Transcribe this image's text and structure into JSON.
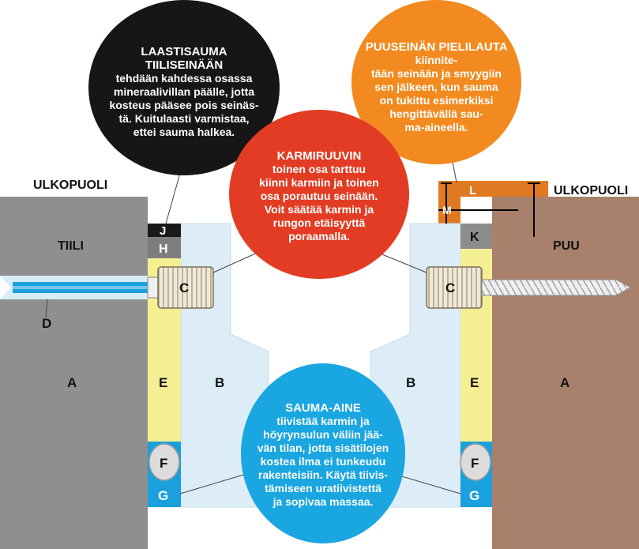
{
  "labels": {
    "outside_left": "ULKOPUOLI",
    "outside_right": "ULKOPUOLI",
    "brick": "TIILI",
    "wood": "PUU",
    "a_left": "A",
    "a_right": "A",
    "b_left": "B",
    "b_right": "B",
    "c_left": "C",
    "c_right": "C",
    "d": "D",
    "e_left": "E",
    "e_right": "E",
    "f_left": "F",
    "f_right": "F",
    "g_left": "G",
    "g_right": "G",
    "h": "H",
    "j": "J",
    "k": "K",
    "l": "L",
    "m": "M"
  },
  "callouts": {
    "laastisauma": {
      "title": "LAASTISAUMA TIILISEINÄÄN",
      "lines": [
        "tehdään kahdessa osassa",
        "mineraalivillan päälle, jotta",
        "kosteus pääsee pois seinäs-",
        "tä. Kuitulaasti varmistaa,",
        "ettei sauma halkea."
      ]
    },
    "karmiruuvin": {
      "title": "KARMIRUUVIN",
      "lines": [
        "toinen osa tarttuu",
        "kiinni karmiin ja toinen",
        "osa porautuu seinään.",
        "Voit säätää karmin ja",
        "rungon etäisyyttä",
        "poraamalla."
      ]
    },
    "puuseinan": {
      "title": "PUUSEINÄN PIELILAUTA",
      "title_suffix": "kiinnite-",
      "lines": [
        "tään seinään ja smyygiin",
        "sen jälkeen, kun sauma",
        "on tukittu esimerkiksi",
        "hengittävällä sau-",
        "ma-aineella."
      ]
    },
    "sauma_aine": {
      "title": "SAUMA-AINE",
      "lines": [
        "tiivistää karmin ja",
        "höyrynsulun väliin jää-",
        "vän tilan, jotta sisätilojen",
        "kostea ilma ei tunkeudu",
        "rakenteisiin. Käytä tiivis-",
        "tämiseen uratiivistettä",
        "ja sopivaa massaa."
      ]
    }
  },
  "colors": {
    "brick": "#8f8f8f",
    "wood": "#a8806c",
    "frame": "#dcedf8",
    "yellow": "#f5ef93",
    "blue_seal": "#1aa0dc",
    "h_block": "#7d7d7d",
    "j_block": "#1a1a1a",
    "k_block": "#8c8c8c",
    "l_board": "#e07a22",
    "black_callout": "#161616",
    "red_callout": "#e23d24",
    "orange_callout": "#f28a1f",
    "blue_callout": "#1aa6e0"
  }
}
